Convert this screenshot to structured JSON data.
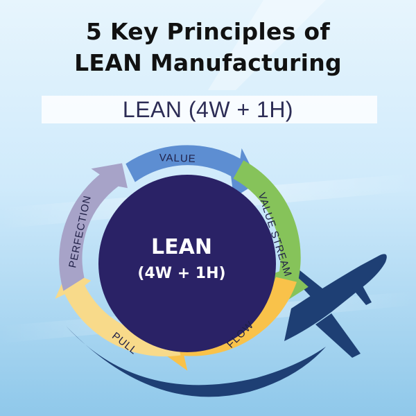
{
  "title": {
    "line1": "5 Key Principles of",
    "line2": "LEAN Manufacturing"
  },
  "subtitle": "LEAN (4W + 1H)",
  "center": {
    "line1": "LEAN",
    "line2": "(4W + 1H)"
  },
  "segments": [
    {
      "label": "VALUE",
      "color": "#5d8ed2"
    },
    {
      "label": "VALUE STREAM",
      "color": "#86c35a"
    },
    {
      "label": "FLOW",
      "color": "#f9c24a"
    },
    {
      "label": "PULL",
      "color": "#f8da8a"
    },
    {
      "label": "PERFECTION",
      "color": "#a7a3c8"
    }
  ],
  "colors": {
    "center_circle": "#2a2266",
    "airplane": "#1e3f74",
    "background_top": "#dff1fc",
    "background_bottom": "#8cc6ea"
  },
  "icons": {
    "airplane": "airplane-icon"
  }
}
